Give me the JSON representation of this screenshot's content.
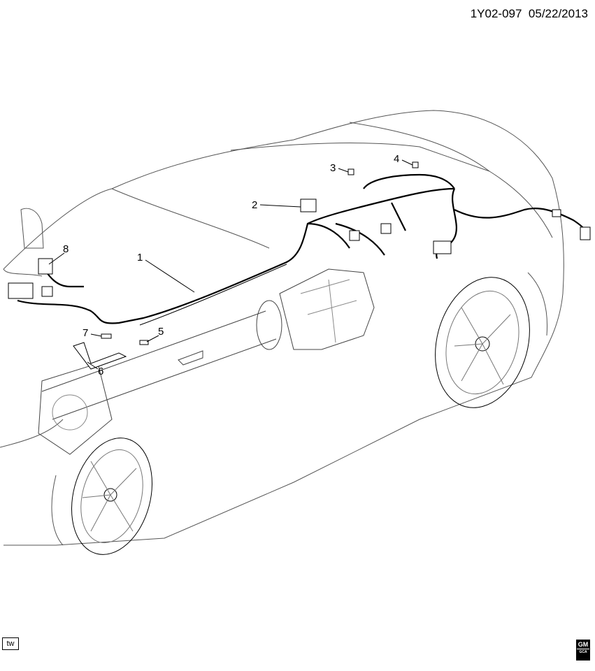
{
  "header": {
    "diagram_id": "1Y02-097",
    "date": "05/22/2013"
  },
  "callouts": [
    "1",
    "2",
    "3",
    "4",
    "5",
    "6",
    "7",
    "8"
  ],
  "footer": {
    "tw_badge": "tw",
    "logo_text": "GM",
    "logo_subtext": "GCA"
  }
}
